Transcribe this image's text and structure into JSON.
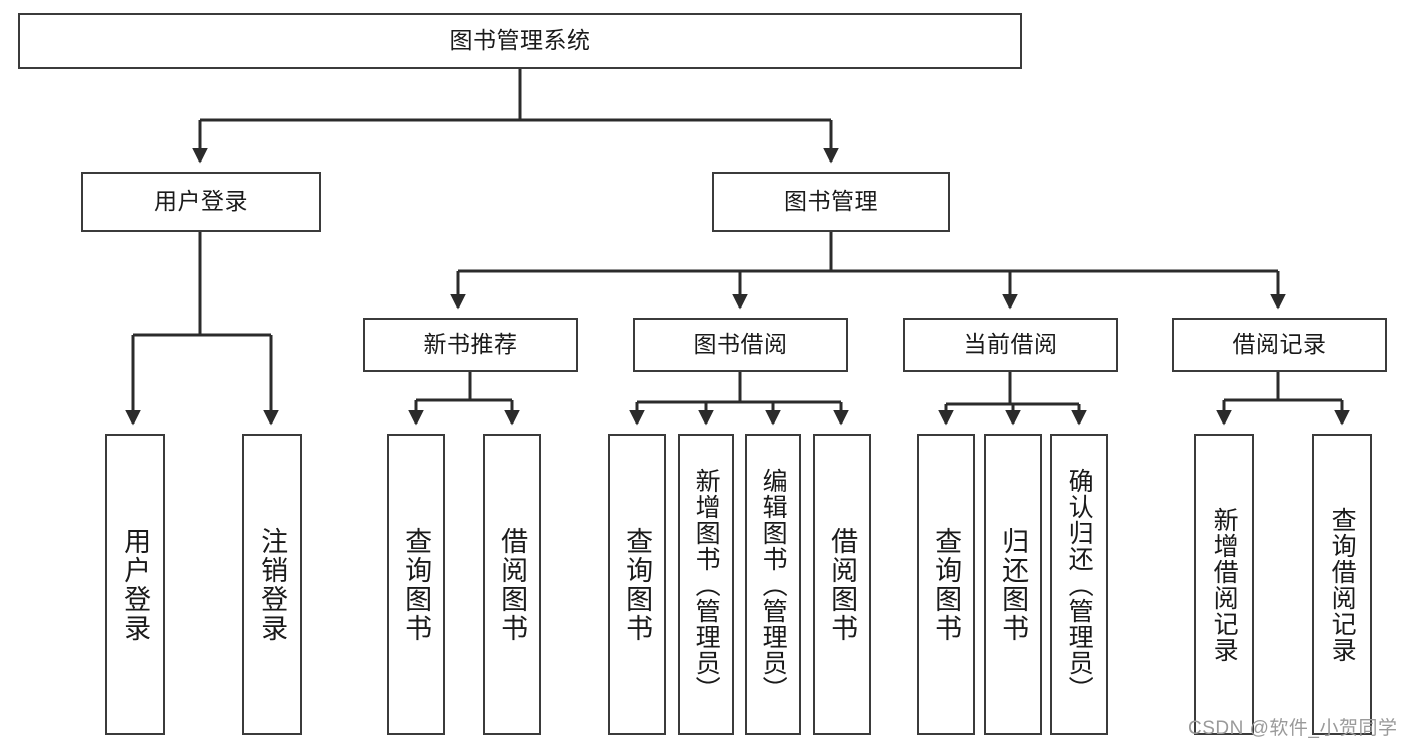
{
  "diagram": {
    "title": "图书管理系统",
    "type": "hierarchy-tree",
    "watermark": "CSDN @软件_小贺同学",
    "colors": {
      "background": "#ffffff",
      "box_border": "#3b3b3b",
      "box_fill": "#ffffff",
      "connector": "#2b2b2b",
      "text": "#1a1a1a",
      "watermark": "#9a9a9a"
    }
  },
  "nodes": {
    "root": {
      "label": "图书管理系统",
      "level": 0
    },
    "level1": [
      {
        "id": "login",
        "label": "用户登录"
      },
      {
        "id": "bookmgmt",
        "label": "图书管理"
      }
    ],
    "level2": [
      {
        "id": "newbook",
        "label": "新书推荐"
      },
      {
        "id": "borrow",
        "label": "图书借阅"
      },
      {
        "id": "current",
        "label": "当前借阅"
      },
      {
        "id": "record",
        "label": "借阅记录"
      }
    ],
    "leaves": {
      "login": [
        {
          "id": "user-login",
          "label": "用户登录"
        },
        {
          "id": "user-logout",
          "label": "注销登录"
        }
      ],
      "newbook": [
        {
          "id": "nb-query",
          "label": "查询图书"
        },
        {
          "id": "nb-borrow",
          "label": "借阅图书"
        }
      ],
      "borrow": [
        {
          "id": "bb-query",
          "label": "查询图书"
        },
        {
          "id": "bb-add",
          "label": "新增图书（管理员）"
        },
        {
          "id": "bb-edit",
          "label": "编辑图书（管理员）"
        },
        {
          "id": "bb-borrow",
          "label": "借阅图书"
        }
      ],
      "current": [
        {
          "id": "cb-query",
          "label": "查询图书"
        },
        {
          "id": "cb-return",
          "label": "归还图书"
        },
        {
          "id": "cb-confirm",
          "label": "确认归还（管理员）"
        }
      ],
      "record": [
        {
          "id": "rec-add",
          "label": "新增借阅记录"
        },
        {
          "id": "rec-query",
          "label": "查询借阅记录"
        }
      ]
    }
  }
}
